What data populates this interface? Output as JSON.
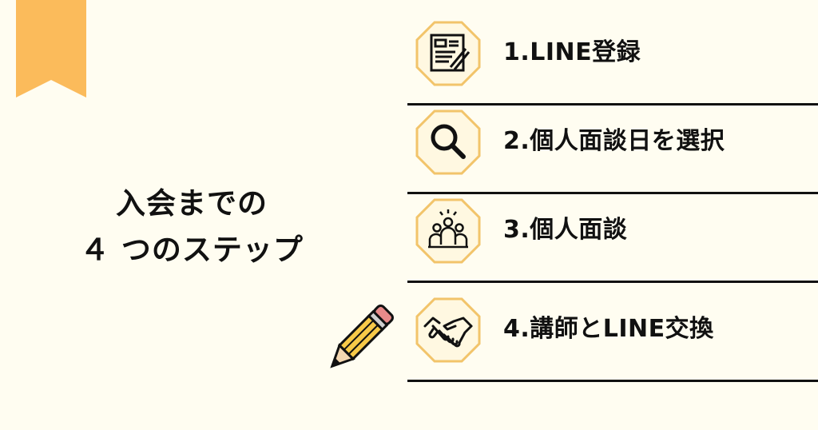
{
  "title": {
    "line1": "入会までの",
    "line2": "４ つのステップ"
  },
  "colors": {
    "background": "#fffdf1",
    "bookmark": "#fbbb5b",
    "octagon_border": "#f2c46a",
    "octagon_fill": "#fff8e1",
    "divider": "#111111"
  },
  "steps": [
    {
      "label": "1.LINE登録",
      "icon": "document-pen-icon"
    },
    {
      "label": "2.個人面談日を選択",
      "icon": "magnifier-icon"
    },
    {
      "label": "3.個人面談",
      "icon": "group-meeting-icon"
    },
    {
      "label": "4.講師とLINE交換",
      "icon": "handshake-icon"
    }
  ],
  "decorations": {
    "bookmark": "bookmark-ribbon-icon",
    "pencil": "pencil-icon"
  }
}
